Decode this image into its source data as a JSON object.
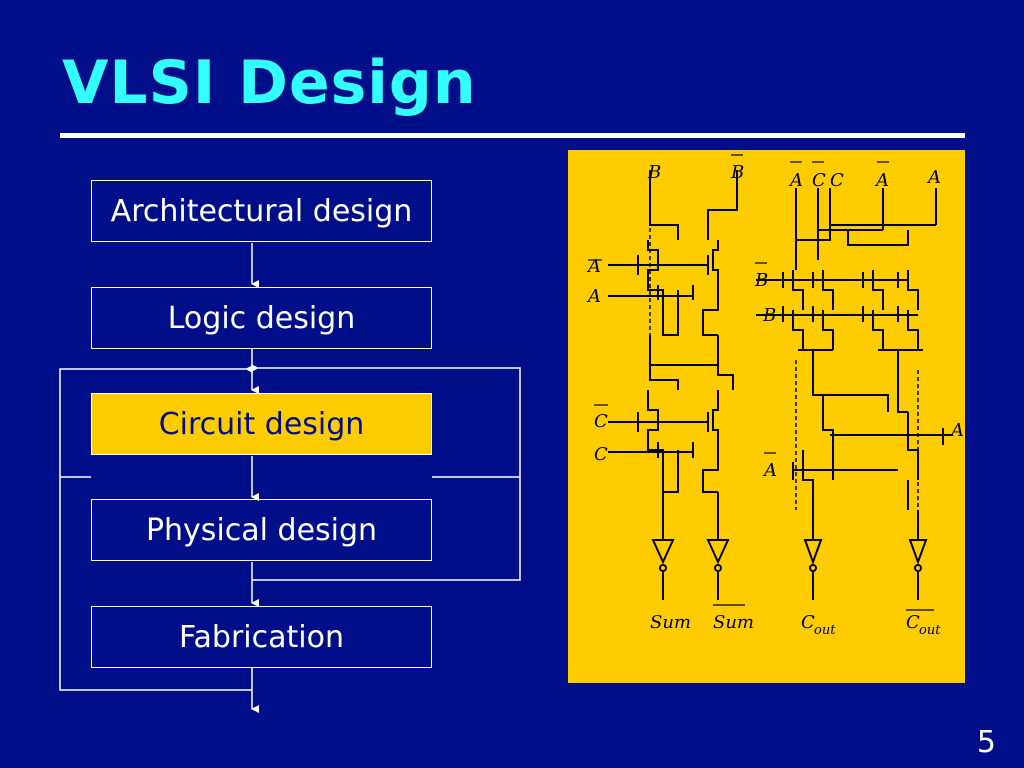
{
  "slide": {
    "title": "VLSI Design",
    "page_number": "5"
  },
  "flow": {
    "steps": [
      {
        "label": "Architectural design",
        "highlighted": false
      },
      {
        "label": "Logic design",
        "highlighted": false
      },
      {
        "label": "Circuit design",
        "highlighted": true
      },
      {
        "label": "Physical design",
        "highlighted": false
      },
      {
        "label": "Fabrication",
        "highlighted": false
      }
    ]
  },
  "circuit": {
    "inputs_top": {
      "b": "B",
      "b_bar": "B",
      "a_bar": "A",
      "c_bar": "C",
      "c": "C",
      "a_bar2": "A",
      "a": "A"
    },
    "left_gates": {
      "a_bar": "A",
      "a": "A",
      "c_bar": "C",
      "c": "C"
    },
    "right_gates": {
      "b_bar": "B",
      "b": "B",
      "a": "A",
      "a_bar": "A"
    },
    "outputs": {
      "sum": "Sum",
      "sum_bar": "Sum",
      "cout_main": "C",
      "cout_sub": "out",
      "cout_bar_main": "C",
      "cout_bar_sub": "out"
    }
  },
  "colors": {
    "background": "#000e8a",
    "title": "#33ffff",
    "highlight": "#ffcc00",
    "text": "#ffffff"
  }
}
